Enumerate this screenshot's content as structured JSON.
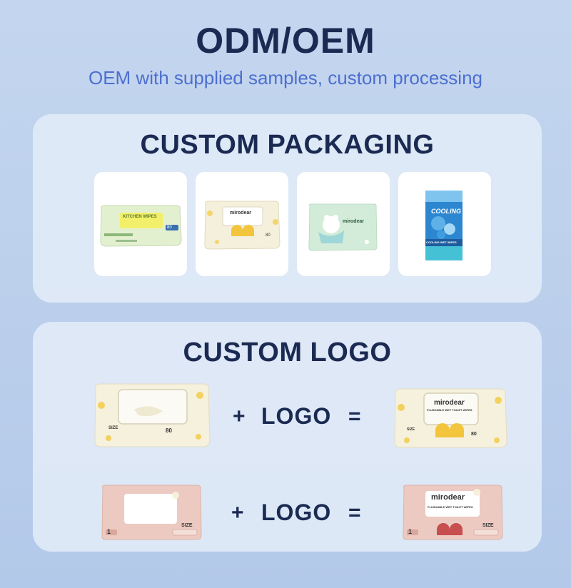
{
  "header": {
    "title": "ODM/OEM",
    "subtitle": "OEM with supplied samples, custom processing"
  },
  "packaging": {
    "title": "CUSTOM PACKAGING",
    "products": [
      {
        "icon": "kitchen-wipes-pack-icon",
        "label": "KITCHEN WIPES",
        "count": "80"
      },
      {
        "icon": "cream-wipes-pack-icon",
        "brand": "mirodear",
        "count": "80"
      },
      {
        "icon": "green-polar-bear-wipes-pack-icon",
        "brand": "mirodear"
      },
      {
        "icon": "cooling-wipes-pack-icon",
        "label": "COOLING",
        "sublabel": "COOLING WET WIPES"
      }
    ]
  },
  "logo_section": {
    "title": "CUSTOM LOGO",
    "rows": [
      {
        "plus": "+",
        "logo": "LOGO",
        "equals": "=",
        "before": {
          "size": "SIZE",
          "count": "80"
        },
        "after": {
          "brand": "mirodear",
          "line": "FLUSHABLE WET TOILET WIPES",
          "size": "SIZE",
          "count": "80"
        }
      },
      {
        "plus": "+",
        "logo": "LOGO",
        "equals": "=",
        "before": {
          "size": "SIZE",
          "count": "1"
        },
        "after": {
          "brand": "mirodear",
          "line": "FLUSHABLE WET TOILET WIPES",
          "size": "SIZE",
          "count": "1"
        }
      }
    ]
  },
  "colors": {
    "navy": "#1b2a52",
    "accent_blue": "#4d6fd0",
    "panel": "#e1eaf7"
  }
}
